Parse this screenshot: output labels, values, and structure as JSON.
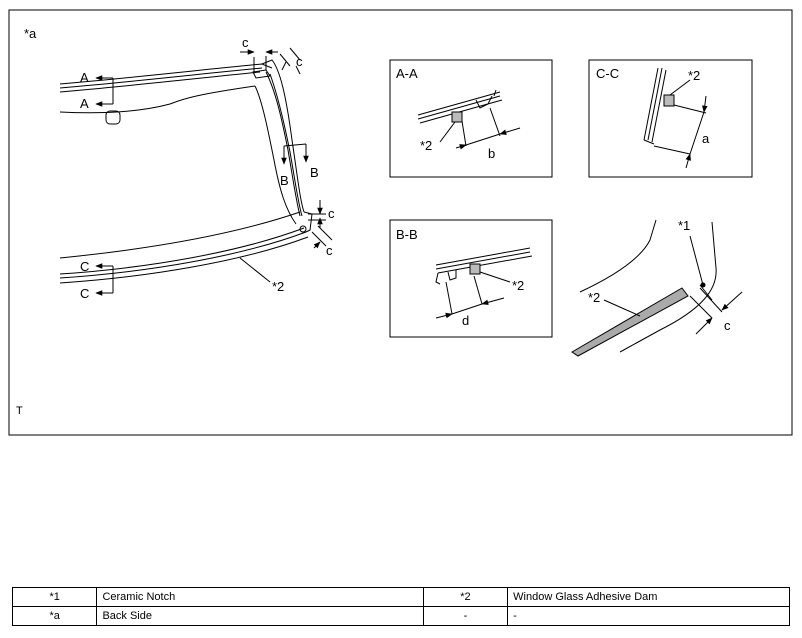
{
  "figure": {
    "view_label": "*a",
    "corner_mark": "T",
    "section_AA": {
      "title": "A-A",
      "callout": "*2",
      "dimension": "b"
    },
    "section_CC": {
      "title": "C-C",
      "callout": "*2",
      "dimension": "a"
    },
    "section_BB": {
      "title": "B-B",
      "callout": "*2",
      "dimension": "d"
    },
    "detail": {
      "callout_notch": "*1",
      "callout_dam": "*2",
      "dimension": "c"
    },
    "main": {
      "cut_A": "A",
      "cut_B": "B",
      "cut_C": "C",
      "dim_c": "c",
      "callout_dam": "*2"
    }
  },
  "legend": {
    "rows": [
      {
        "k1": "*1",
        "v1": "Ceramic Notch",
        "k2": "*2",
        "v2": "Window Glass Adhesive Dam"
      },
      {
        "k1": "*a",
        "v1": "Back Side",
        "k2": "-",
        "v2": "-"
      }
    ]
  }
}
